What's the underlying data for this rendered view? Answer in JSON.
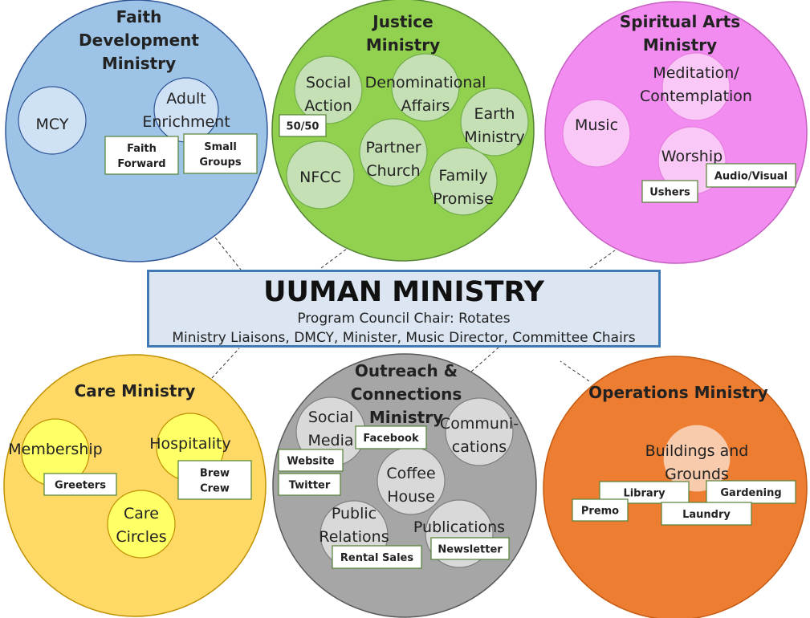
{
  "center": {
    "title": "UUMAN MINISTRY",
    "line1": "Program Council Chair: Rotates",
    "line2": "Ministry Liaisons, DMCY, Minister, Music Director, Committee Chairs"
  },
  "colors": {
    "faith": "#9dc3e6",
    "justice": "#92d050",
    "spiritual": "#f28cf0",
    "care": "#ffd966",
    "outreach": "#a6a6a6",
    "operations": "#ed7d31",
    "center_fill": "#dce6f2",
    "center_border": "#3f7ab5"
  },
  "ministries": {
    "faith": {
      "title": [
        "Faith",
        "Development",
        "Ministry"
      ],
      "groups": [
        {
          "key": "mcy",
          "label": [
            "MCY"
          ]
        },
        {
          "key": "adult-enrichment",
          "label": [
            "Adult",
            "Enrichment"
          ]
        }
      ],
      "tags": [
        {
          "key": "faith-forward",
          "label": [
            "Faith",
            "Forward"
          ]
        },
        {
          "key": "small-groups",
          "label": [
            "Small",
            "Groups"
          ]
        }
      ]
    },
    "justice": {
      "title": [
        "Justice",
        "Ministry"
      ],
      "groups": [
        {
          "key": "social-action",
          "label": [
            "Social",
            "Action"
          ]
        },
        {
          "key": "denominational-affairs",
          "label": [
            "Denominational",
            "Affairs"
          ]
        },
        {
          "key": "earth-ministry",
          "label": [
            "Earth",
            "Ministry"
          ]
        },
        {
          "key": "partner-church",
          "label": [
            "Partner",
            "Church"
          ]
        },
        {
          "key": "nfcc",
          "label": [
            "NFCC"
          ]
        },
        {
          "key": "family-promise",
          "label": [
            "Family",
            "Promise"
          ]
        }
      ],
      "tags": [
        {
          "key": "fifty-fifty",
          "label": [
            "50/50"
          ]
        }
      ]
    },
    "spiritual": {
      "title": [
        "Spiritual Arts",
        "Ministry"
      ],
      "groups": [
        {
          "key": "meditation",
          "label": [
            "Meditation/",
            "Contemplation"
          ]
        },
        {
          "key": "music",
          "label": [
            "Music"
          ]
        },
        {
          "key": "worship",
          "label": [
            "Worship"
          ]
        }
      ],
      "tags": [
        {
          "key": "audio-visual",
          "label": [
            "Audio/Visual"
          ]
        },
        {
          "key": "ushers",
          "label": [
            "Ushers"
          ]
        }
      ]
    },
    "care": {
      "title": [
        "Care Ministry"
      ],
      "groups": [
        {
          "key": "membership",
          "label": [
            "Membership"
          ]
        },
        {
          "key": "hospitality",
          "label": [
            "Hospitality"
          ]
        },
        {
          "key": "care-circles",
          "label": [
            "Care",
            "Circles"
          ]
        }
      ],
      "tags": [
        {
          "key": "greeters",
          "label": [
            "Greeters"
          ]
        },
        {
          "key": "brew-crew",
          "label": [
            "Brew",
            "Crew"
          ]
        }
      ]
    },
    "outreach": {
      "title": [
        "Outreach &",
        "Connections",
        "Ministry"
      ],
      "groups": [
        {
          "key": "social-media",
          "label": [
            "Social",
            "Media"
          ]
        },
        {
          "key": "communications",
          "label": [
            "Communi-",
            "cations"
          ]
        },
        {
          "key": "coffee-house",
          "label": [
            "Coffee",
            "House"
          ]
        },
        {
          "key": "public-relations",
          "label": [
            "Public",
            "Relations"
          ]
        },
        {
          "key": "publications",
          "label": [
            "Publications"
          ]
        }
      ],
      "tags": [
        {
          "key": "facebook",
          "label": [
            "Facebook"
          ]
        },
        {
          "key": "website",
          "label": [
            "Website"
          ]
        },
        {
          "key": "twitter",
          "label": [
            "Twitter"
          ]
        },
        {
          "key": "rental-sales",
          "label": [
            "Rental Sales"
          ]
        },
        {
          "key": "newsletter",
          "label": [
            "Newsletter"
          ]
        }
      ]
    },
    "operations": {
      "title": [
        "Operations Ministry"
      ],
      "groups": [
        {
          "key": "buildings-grounds",
          "label": [
            "Buildings and",
            "Grounds"
          ]
        }
      ],
      "tags": [
        {
          "key": "library",
          "label": [
            "Library"
          ]
        },
        {
          "key": "gardening",
          "label": [
            "Gardening"
          ]
        },
        {
          "key": "premo",
          "label": [
            "Premo"
          ]
        },
        {
          "key": "laundry",
          "label": [
            "Laundry"
          ]
        }
      ]
    }
  }
}
